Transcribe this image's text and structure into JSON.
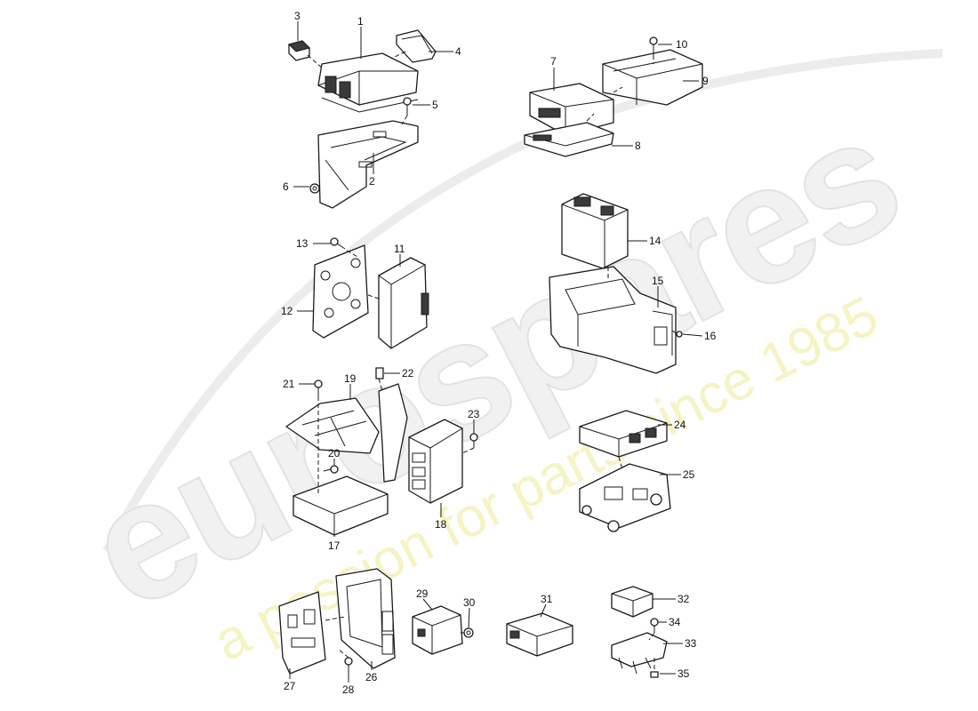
{
  "watermark": {
    "brand": "eurospares",
    "tagline": "a passion for parts since 1985"
  },
  "callouts": [
    {
      "id": "1",
      "label": "1"
    },
    {
      "id": "2",
      "label": "2"
    },
    {
      "id": "3",
      "label": "3"
    },
    {
      "id": "4",
      "label": "4"
    },
    {
      "id": "5",
      "label": "5"
    },
    {
      "id": "6",
      "label": "6"
    },
    {
      "id": "7",
      "label": "7"
    },
    {
      "id": "8",
      "label": "8"
    },
    {
      "id": "9",
      "label": "9"
    },
    {
      "id": "10",
      "label": "10"
    },
    {
      "id": "11",
      "label": "11"
    },
    {
      "id": "12",
      "label": "12"
    },
    {
      "id": "13",
      "label": "13"
    },
    {
      "id": "14",
      "label": "14"
    },
    {
      "id": "15",
      "label": "15"
    },
    {
      "id": "16",
      "label": "16"
    },
    {
      "id": "17",
      "label": "17"
    },
    {
      "id": "18",
      "label": "18"
    },
    {
      "id": "19",
      "label": "19"
    },
    {
      "id": "20",
      "label": "20"
    },
    {
      "id": "21",
      "label": "21"
    },
    {
      "id": "22",
      "label": "22"
    },
    {
      "id": "23",
      "label": "23"
    },
    {
      "id": "24",
      "label": "24"
    },
    {
      "id": "25",
      "label": "25"
    },
    {
      "id": "26",
      "label": "26"
    },
    {
      "id": "27",
      "label": "27"
    },
    {
      "id": "28",
      "label": "28"
    },
    {
      "id": "29",
      "label": "29"
    },
    {
      "id": "30",
      "label": "30"
    },
    {
      "id": "31",
      "label": "31"
    },
    {
      "id": "32",
      "label": "32"
    },
    {
      "id": "33",
      "label": "33"
    },
    {
      "id": "34",
      "label": "34"
    },
    {
      "id": "35",
      "label": "35"
    }
  ]
}
